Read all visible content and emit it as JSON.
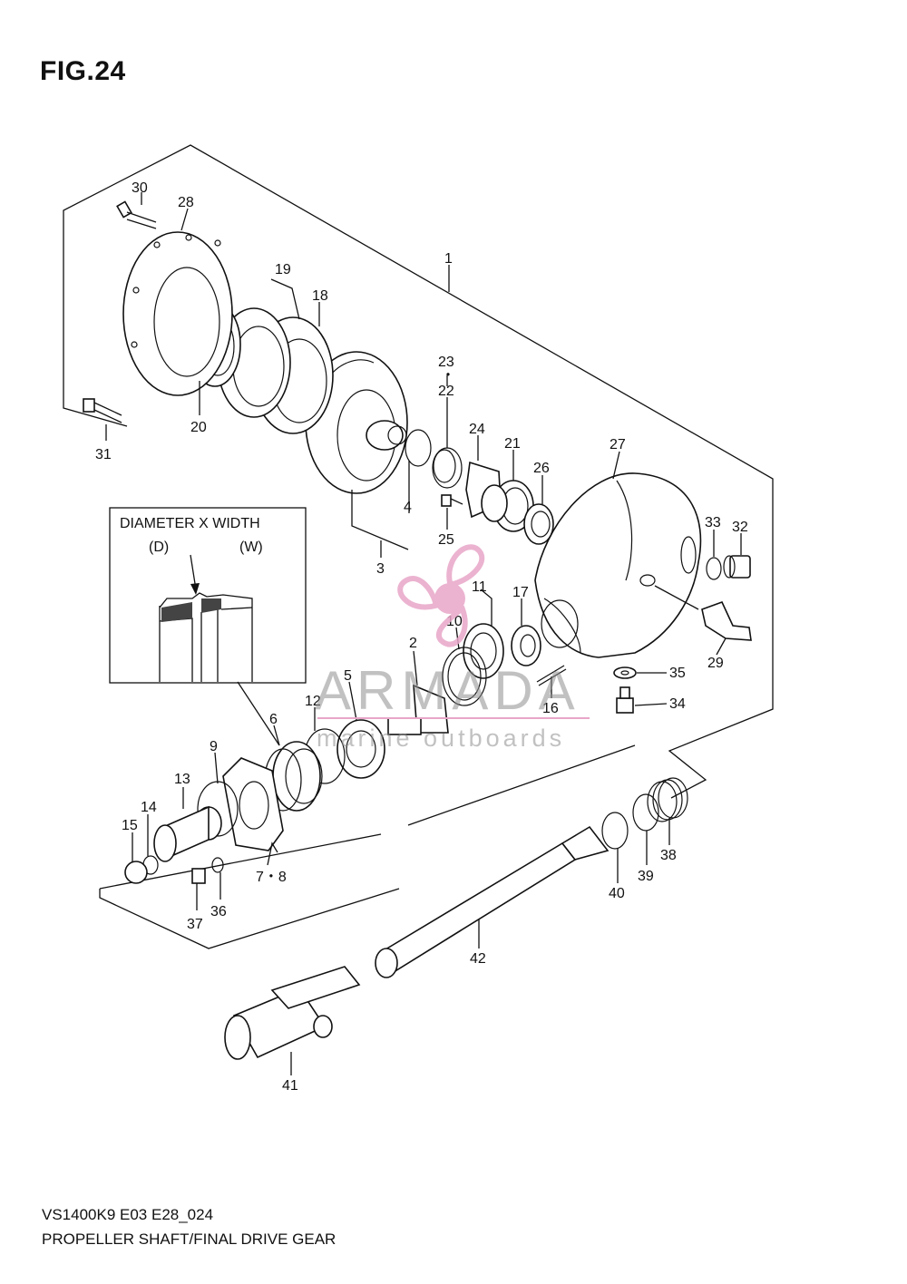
{
  "figure": {
    "title": "FIG.24",
    "code": "VS1400K9 E03 E28_024",
    "name": "PROPELLER SHAFT/FINAL DRIVE GEAR"
  },
  "inset": {
    "title": "DIAMETER X WIDTH",
    "d_label": "(D)",
    "w_label": "(W)"
  },
  "watermark": {
    "brand": "ARMADA",
    "tagline": "marine outboards",
    "color": "#e8a6c8"
  },
  "callouts": [
    "1",
    "2",
    "3",
    "4",
    "5",
    "6",
    "7・8",
    "9",
    "10",
    "11",
    "12",
    "13",
    "14",
    "15",
    "16",
    "17",
    "18",
    "19",
    "20",
    "21",
    "22",
    "23",
    "・",
    "24",
    "25",
    "26",
    "27",
    "28",
    "29",
    "30",
    "31",
    "32",
    "33",
    "34",
    "35",
    "36",
    "37",
    "38",
    "39",
    "40",
    "41",
    "42"
  ]
}
